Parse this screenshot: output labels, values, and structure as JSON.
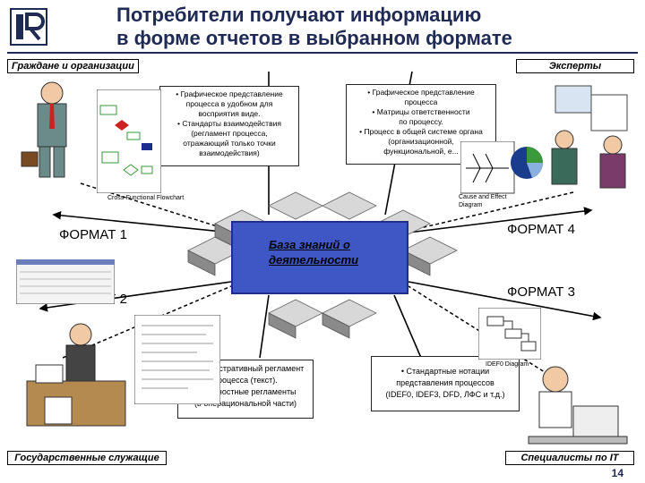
{
  "slide": {
    "title_line1": "Потребители получают информацию",
    "title_line2": "в форме отчетов в выбранном формате",
    "page_number": "14"
  },
  "tags": {
    "citizens": "Граждане и организации",
    "experts": "Эксперты",
    "civil_servants": "Государственные служащие",
    "it_specialists": "Специалисты по IT"
  },
  "formats": {
    "f1": "ФОРМАТ 1",
    "f2": "ФОРМАТ 2",
    "f3": "ФОРМАТ 3",
    "f4": "ФОРМАТ 4"
  },
  "knowledge_base": "База знаний о деятельности",
  "notes": {
    "top_left": [
      "• Графическое представление",
      "процесса в удобном для",
      "восприятия виде.",
      "• Стандарты взаимодействия",
      "(регламент процесса,",
      "отражающий только точки",
      "взаимодействия)"
    ],
    "top_right": [
      "• Графическое представление",
      "процесса",
      "• Матрицы ответственности",
      "по процессу.",
      "• Процесс в общей системе органа",
      "(организационной,",
      "функциональной, е..."
    ],
    "bottom_left": [
      "•Административный регламент",
      "процесса (текст).",
      "•Должностные регламенты",
      "(в операциональной части)"
    ],
    "bottom_right": [
      "• Стандартные нотации",
      "представления процессов",
      "(IDEF0, IDEF3, DFD, ЛФС и т.д.)"
    ]
  },
  "captions": {
    "flowchart": "Cross-Functional Flowchart",
    "cause_effect": "Cause and Effect Diagram",
    "idef0": "IDEF0 Diagram"
  },
  "colors": {
    "title": "#1f2a55",
    "kb_fill": "#3f57c4",
    "cube_light": "#d8d8d8",
    "cube_dark": "#8a8a8a"
  }
}
